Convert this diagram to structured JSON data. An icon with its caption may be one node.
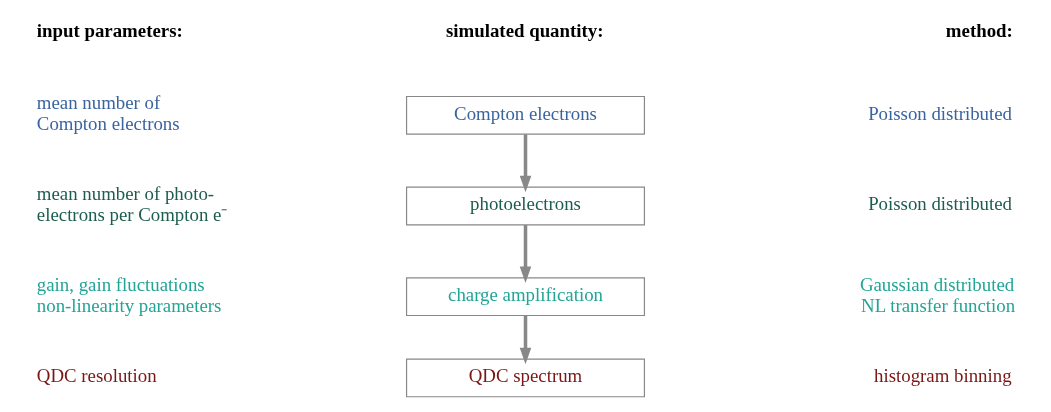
{
  "diagram": {
    "nodes": [
      {
        "text": [
          "Compton electrons"
        ]
      },
      {
        "text": [
          "photoelectrons"
        ]
      },
      {
        "text": [
          "charge amplification"
        ]
      },
      {
        "text": [
          "QDC spectrum"
        ]
      }
    ],
    "edges": [
      {
        "from": 0,
        "to": 1,
        "arrow": "to"
      },
      {
        "from": 1,
        "to": 2,
        "arrow": "to"
      },
      {
        "from": 2,
        "to": 3,
        "arrow": "to"
      }
    ],
    "labels": [
      "input parameters:",
      "simulated quantity:",
      "method:",
      "mean number of Compton electrons",
      "Poisson distributed",
      "mean number of photo- electrons per Compton e⁻",
      "Poisson distributed",
      "gain, gain fluctuations non-linearity parameters",
      "Gaussian distributed NL transfer function",
      "QDC resolution",
      "histogram binning"
    ]
  }
}
